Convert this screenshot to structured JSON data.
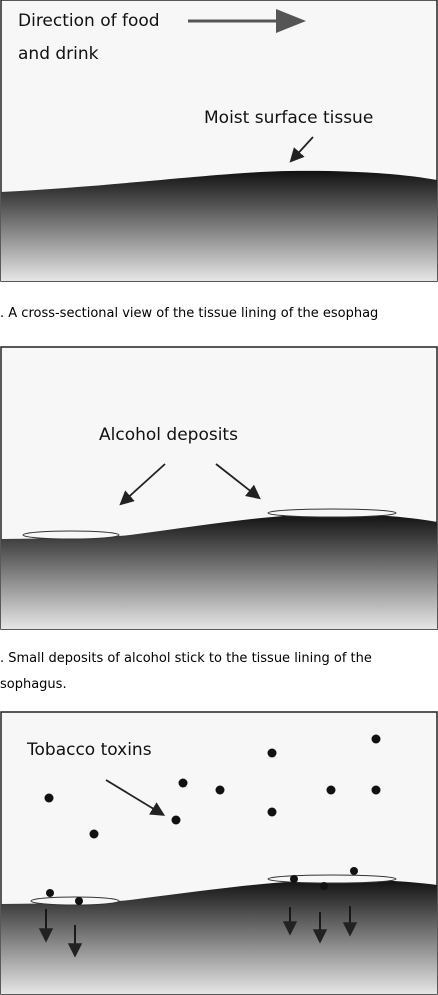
{
  "panel1": {
    "direction_line1": "Direction of food",
    "direction_line2": "and drink",
    "surface_label": "Moist surface tissue",
    "caption": ". A cross-sectional view of the tissue lining of the esophag"
  },
  "panel2": {
    "deposits_label": "Alcohol deposits",
    "caption_line1": ". Small deposits of alcohol stick to the tissue lining of the",
    "caption_line2": "sophagus."
  },
  "panel3": {
    "toxins_label": "Tobacco toxins"
  },
  "colors": {
    "panel_background": "#f7f7f7",
    "tissue_dark": "#111111",
    "tissue_light": "#e6e6e6",
    "border": "#222222"
  }
}
